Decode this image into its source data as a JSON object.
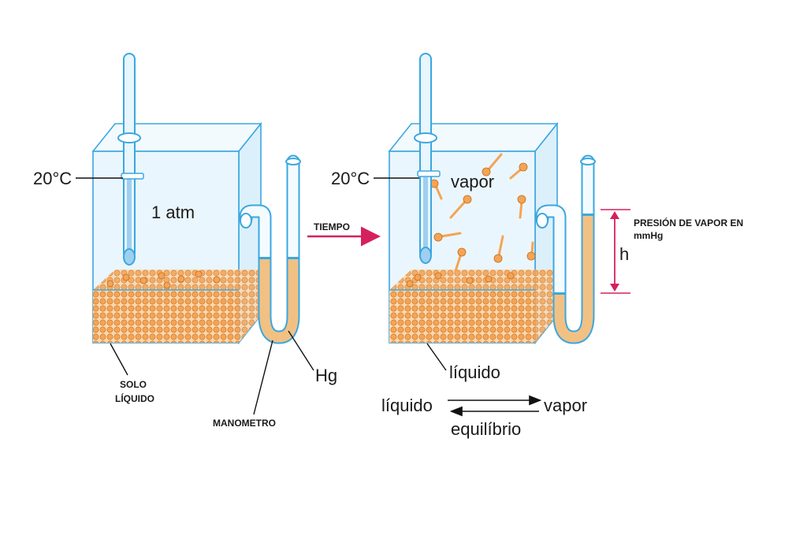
{
  "left": {
    "temp_label": "20°C",
    "pressure_label": "1 atm",
    "solo_label_line1": "SOLO",
    "solo_label_line2": "LÍQUIDO",
    "hg_label": "Hg",
    "manometer_label": "MANOMETRO"
  },
  "arrow_label": "TIEMPO",
  "right": {
    "temp_label": "20°C",
    "vapor_label": "vapor",
    "h_label": "h",
    "pressure_note_line1": "PRESIÓN DE VAPOR EN",
    "pressure_note_line2": "mmHg",
    "liquid_label": "líquido",
    "eq_left": "líquido",
    "eq_right": "vapor",
    "eq_label": "equilíbrio"
  },
  "colors": {
    "glass": "#3aa7e0",
    "liquid": "#f4a455",
    "mercury": "#f1c184",
    "h_arrow": "#d6205c",
    "tiempo_arrow": "#d6205c"
  }
}
